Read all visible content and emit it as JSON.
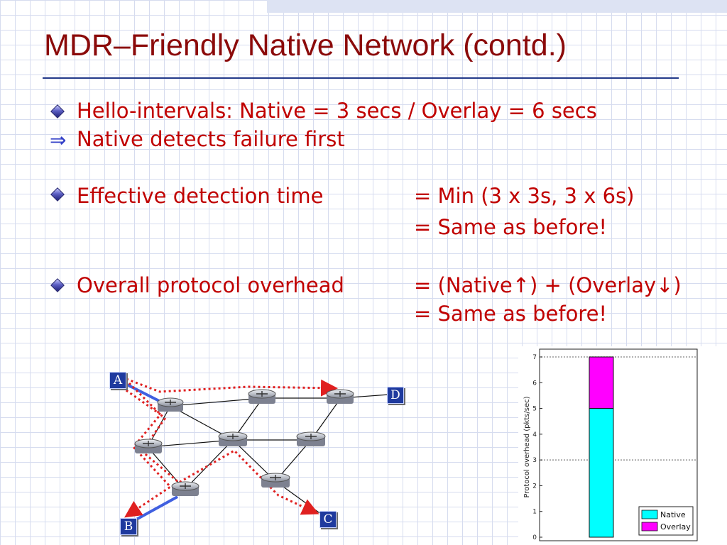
{
  "slide": {
    "title": "MDR–Friendly Native Network (contd.)",
    "bullets": [
      {
        "text": "Hello-intervals: Native = 3 secs / Overlay = 6 secs"
      },
      {
        "text": "Native detects failure first"
      },
      {
        "label": "Effective detection time",
        "value1": "= Min (3 x 3s, 3 x 6s)",
        "value2": "= Same as before!"
      },
      {
        "label": "Overall protocol overhead",
        "value1": "= (Native↑) + (Overlay↓)",
        "value2": "= Same as before!"
      }
    ]
  },
  "colors": {
    "title": "#8b0a0a",
    "text": "#c00000",
    "rule": "#233a8a",
    "native": "#00ffff",
    "overlay": "#ff00ff",
    "path": "#e02020",
    "link": "#4060e0"
  },
  "icons": {
    "bullet": "diamond-bullet-icon",
    "implies": "implies-arrow-icon",
    "router": "router-icon"
  },
  "network": {
    "nodes": [
      {
        "id": "A",
        "label": "A"
      },
      {
        "id": "B",
        "label": "B"
      },
      {
        "id": "C",
        "label": "C"
      },
      {
        "id": "D",
        "label": "D"
      }
    ]
  },
  "chart_data": {
    "type": "bar",
    "stacked": true,
    "categories": [
      ""
    ],
    "series": [
      {
        "name": "Native",
        "values": [
          5
        ],
        "color": "#00ffff"
      },
      {
        "name": "Overlay",
        "values": [
          2
        ],
        "color": "#ff00ff"
      }
    ],
    "reference_lines": [
      7,
      3
    ],
    "ylabel": "Protocol overhead (pkts/sec)",
    "xlabel": "",
    "title": "",
    "ylim": [
      0,
      7
    ],
    "yticks": [
      0,
      1,
      2,
      3,
      4,
      5,
      6,
      7
    ],
    "legend": "bottom-right",
    "grid": false
  }
}
